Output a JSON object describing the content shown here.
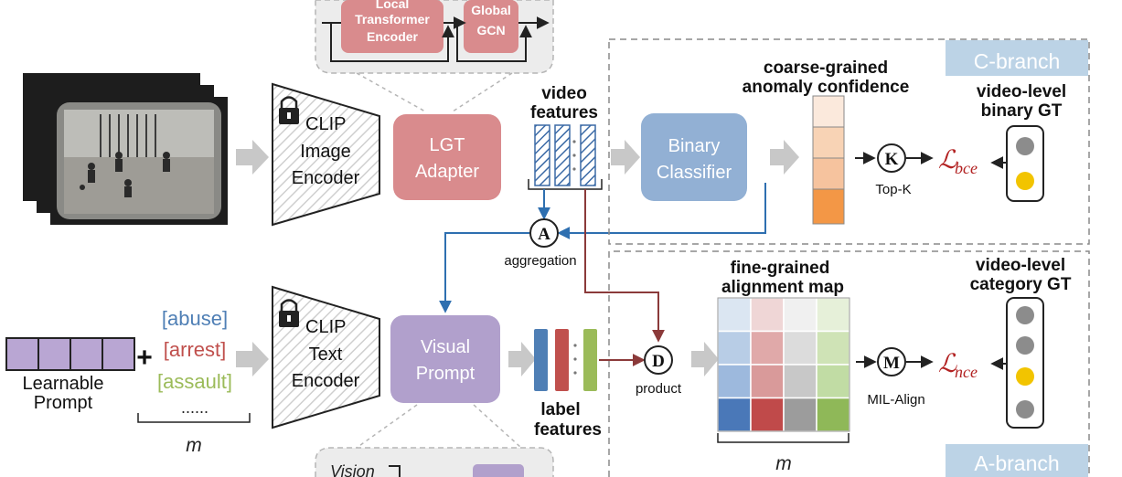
{
  "top_module": {
    "local": "Local",
    "transformer": "Transformer",
    "encoder": "Encoder",
    "global": "Global",
    "gcn": "GCN"
  },
  "clip_image": {
    "line1": "CLIP",
    "line2": "Image",
    "line3": "Encoder"
  },
  "clip_text": {
    "line1": "CLIP",
    "line2": "Text",
    "line3": "Encoder"
  },
  "lgt": {
    "line1": "LGT",
    "line2": "Adapter"
  },
  "visual_prompt": {
    "line1": "Visual",
    "line2": "Prompt"
  },
  "video_features": {
    "line1": "video",
    "line2": "features"
  },
  "label_features": {
    "line1": "label",
    "line2": "features"
  },
  "binary": {
    "line1": "Binary",
    "line2": "Classifier"
  },
  "c_branch": "C-branch",
  "a_branch": "A-branch",
  "coarse": {
    "line1": "coarse-grained",
    "line2": "anomaly confidence"
  },
  "fine": {
    "line1": "fine-grained",
    "line2": "alignment map"
  },
  "vl_binary": {
    "line1": "video-level",
    "line2": "binary GT"
  },
  "vl_category": {
    "line1": "video-level",
    "line2": "category GT"
  },
  "ops": {
    "topk_sym": "K",
    "topk": "Top-K",
    "agg_sym": "A",
    "agg": "aggregation",
    "prod_sym": "D",
    "prod": "product",
    "mil_sym": "M",
    "mil": "MIL-Align"
  },
  "losses": {
    "bce_L": "ℒ",
    "bce_sub": "bce",
    "nce_L": "ℒ",
    "nce_sub": "nce"
  },
  "prompt": {
    "learnable_l1": "Learnable",
    "learnable_l2": "Prompt",
    "plus": "+",
    "abuse": "[abuse]",
    "arrest": "[arrest]",
    "assault": "[assault]",
    "dots": "......",
    "m": "m"
  },
  "matrix_m": "m",
  "vision_label": "Vision",
  "colors": {
    "abuse": "#4f7fb5",
    "arrest": "#c0504d",
    "assault": "#9bbb59",
    "lgt_box": "#d98b8d",
    "binary_box": "#92b0d4",
    "visual_prompt_box": "#b1a0cc",
    "learnable_cell": "#b9a6d3",
    "branch_tag": "#bcd3e6",
    "agg_line": "#2e6fb0",
    "prod_line": "#8b3a3a",
    "gt_yellow": "#f2c400",
    "gt_gray": "#8c8c8c"
  },
  "coarse_levels": [
    0.1,
    0.3,
    0.5,
    0.85
  ],
  "map": {
    "rows": [
      [
        "#dbe6f2",
        "#efd6d6",
        "#f0f0f0",
        "#e6f0d9"
      ],
      [
        "#b8cde6",
        "#e0a9a9",
        "#dcdcdc",
        "#cfe3b6"
      ],
      [
        "#9db9dd",
        "#d99a9a",
        "#c8c8c8",
        "#c1dca4"
      ],
      [
        "#4a78b8",
        "#c04a4a",
        "#9c9c9c",
        "#8fb858"
      ]
    ]
  }
}
